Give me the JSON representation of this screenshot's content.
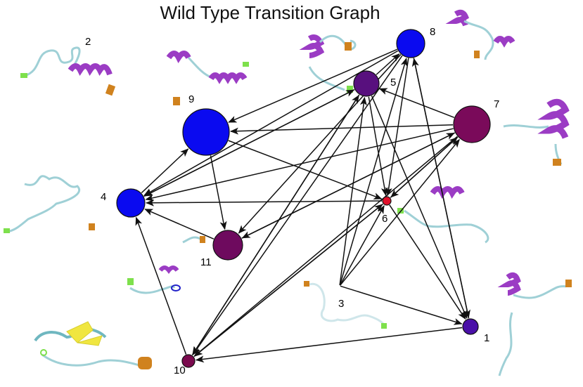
{
  "title": "Wild Type Transition Graph",
  "colors": {
    "blue": "#0a0af0",
    "purple": "#5a0a96",
    "magenta": "#7a0a5a",
    "red": "#e0102a",
    "helix": "#9b3cc4",
    "coil": "#6fb7c0",
    "sheet": "#f0e640",
    "cap_orange": "#d0821e",
    "cap_green": "#7ee04c"
  },
  "nodes": [
    {
      "id": "1",
      "label": "1",
      "color": "#4a10a8"
    },
    {
      "id": "2",
      "label": "2",
      "color": null
    },
    {
      "id": "3",
      "label": "3",
      "color": null
    },
    {
      "id": "4",
      "label": "4",
      "color": "#0a0af0"
    },
    {
      "id": "5",
      "label": "5",
      "color": "#58107e"
    },
    {
      "id": "6",
      "label": "6",
      "color": "#e0102a"
    },
    {
      "id": "7",
      "label": "7",
      "color": "#7a0a5a"
    },
    {
      "id": "8",
      "label": "8",
      "color": "#0a0af0"
    },
    {
      "id": "9",
      "label": "9",
      "color": "#0a0af0"
    },
    {
      "id": "10",
      "label": "10",
      "color": "#7a0a4e"
    },
    {
      "id": "11",
      "label": "11",
      "color": "#6e0a5e"
    }
  ],
  "edges": [
    [
      "8",
      "9"
    ],
    [
      "8",
      "4"
    ],
    [
      "8",
      "11"
    ],
    [
      "8",
      "10"
    ],
    [
      "8",
      "6"
    ],
    [
      "8",
      "1"
    ],
    [
      "5",
      "8"
    ],
    [
      "5",
      "4"
    ],
    [
      "5",
      "6"
    ],
    [
      "5",
      "1"
    ],
    [
      "5",
      "10"
    ],
    [
      "7",
      "5"
    ],
    [
      "7",
      "9"
    ],
    [
      "7",
      "4"
    ],
    [
      "7",
      "11"
    ],
    [
      "7",
      "10"
    ],
    [
      "7",
      "6"
    ],
    [
      "9",
      "11"
    ],
    [
      "9",
      "6"
    ],
    [
      "4",
      "9"
    ],
    [
      "4",
      "5"
    ],
    [
      "6",
      "4"
    ],
    [
      "6",
      "1"
    ],
    [
      "6",
      "10"
    ],
    [
      "6",
      "7"
    ],
    [
      "11",
      "4"
    ],
    [
      "11",
      "7"
    ],
    [
      "1",
      "8"
    ],
    [
      "1",
      "10"
    ],
    [
      "10",
      "4"
    ],
    [
      "10",
      "6"
    ],
    [
      "10",
      "5"
    ],
    [
      "3",
      "8"
    ],
    [
      "3",
      "1"
    ],
    [
      "3",
      "7"
    ],
    [
      "3",
      "6"
    ],
    [
      "3",
      "5"
    ]
  ],
  "structures": [
    {
      "node": "2",
      "motif": "helix"
    },
    {
      "node": "9",
      "motif": "helix"
    },
    {
      "node": "5",
      "motif": "helix"
    },
    {
      "node": "8",
      "motif": "helix"
    },
    {
      "node": "7",
      "motif": "helix"
    },
    {
      "node": "4",
      "motif": "coil"
    },
    {
      "node": "6",
      "motif": "helix"
    },
    {
      "node": "11",
      "motif": "helix"
    },
    {
      "node": "3",
      "motif": "coil"
    },
    {
      "node": "1",
      "motif": "helix"
    },
    {
      "node": "10",
      "motif": "sheet"
    }
  ]
}
